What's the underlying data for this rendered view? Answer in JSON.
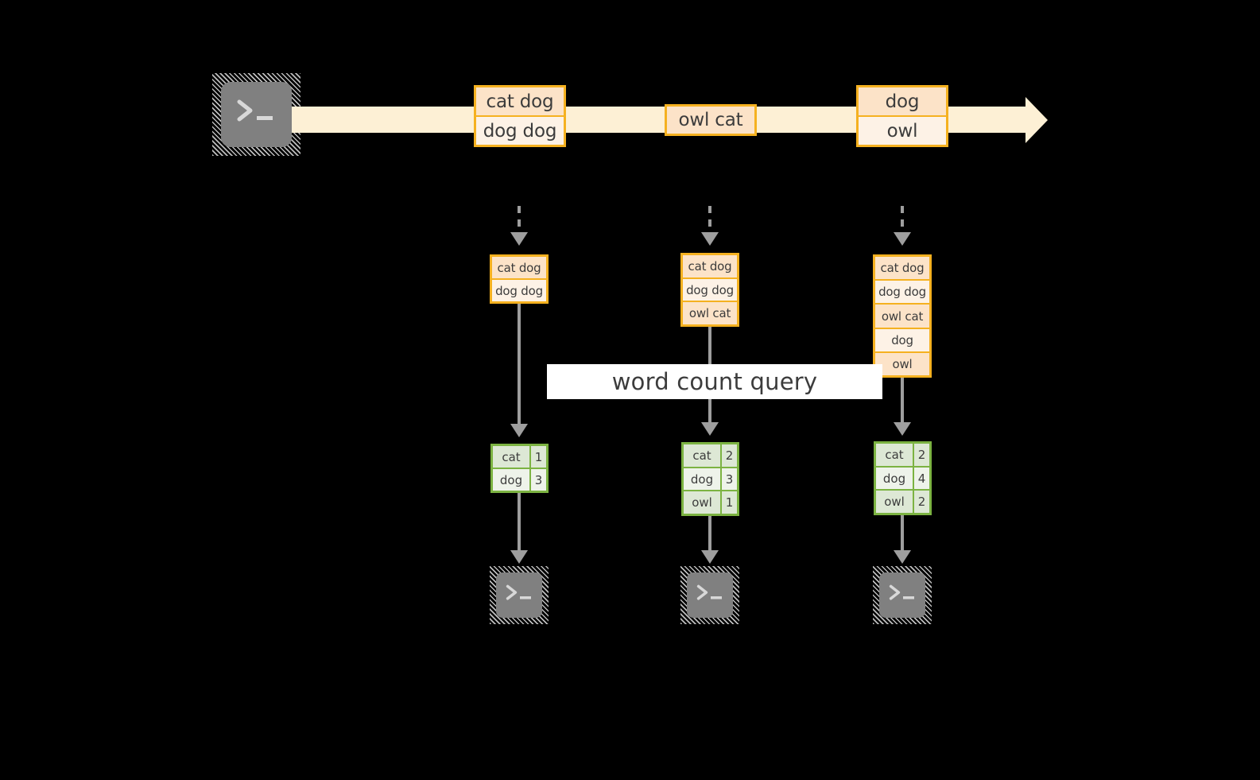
{
  "diagram": {
    "title_label": "word count query",
    "colors": {
      "background": "#000000",
      "stream_band": "#fdf0d5",
      "record_border": "#f5b120",
      "record_fill_dark": "#fce3c8",
      "record_fill_light": "#fdf2e6",
      "table_border": "#7cb342",
      "table_fill_dark": "#dde8d5",
      "table_fill_light": "#eef3ea",
      "connector": "#9e9e9e",
      "terminal_body": "#808080",
      "label_background": "#ffffff"
    },
    "source_terminal": {
      "icon": "terminal-prompt-icon",
      "glyph": ">_"
    },
    "stream": {
      "direction": "right",
      "messages": [
        {
          "lines": [
            "cat dog",
            "dog dog"
          ]
        },
        {
          "lines": [
            "owl cat"
          ]
        },
        {
          "lines": [
            "dog",
            "owl"
          ]
        }
      ]
    },
    "snapshots": [
      {
        "id": "snapshot-1",
        "records": [
          "cat dog",
          "dog dog"
        ],
        "results": {
          "rows": [
            {
              "word": "cat",
              "count": "1"
            },
            {
              "word": "dog",
              "count": "3"
            }
          ]
        },
        "sink_terminal": {
          "icon": "terminal-prompt-icon",
          "glyph": ">_"
        }
      },
      {
        "id": "snapshot-2",
        "records": [
          "cat dog",
          "dog dog",
          "owl cat"
        ],
        "results": {
          "rows": [
            {
              "word": "cat",
              "count": "2"
            },
            {
              "word": "dog",
              "count": "3"
            },
            {
              "word": "owl",
              "count": "1"
            }
          ]
        },
        "sink_terminal": {
          "icon": "terminal-prompt-icon",
          "glyph": ">_"
        }
      },
      {
        "id": "snapshot-3",
        "records": [
          "cat dog",
          "dog dog",
          "owl cat",
          "dog",
          "owl"
        ],
        "results": {
          "rows": [
            {
              "word": "cat",
              "count": "2"
            },
            {
              "word": "dog",
              "count": "4"
            },
            {
              "word": "owl",
              "count": "2"
            }
          ]
        },
        "sink_terminal": {
          "icon": "terminal-prompt-icon",
          "glyph": ">_"
        }
      }
    ]
  }
}
